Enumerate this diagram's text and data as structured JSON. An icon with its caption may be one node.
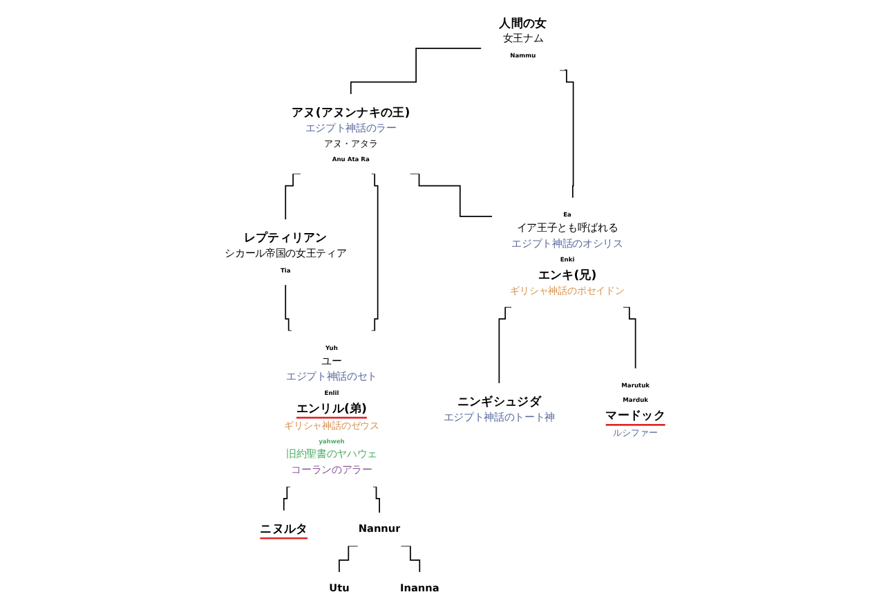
{
  "diagram": {
    "nodes": [
      {
        "text": [
          "人間の女",
          "女王ナム",
          "Nammu"
        ]
      },
      {
        "text": [
          "アヌ(アヌンナキの王)",
          "エジプト神話のラー",
          "アヌ・アタラ",
          "Anu Ata Ra"
        ]
      },
      {
        "text": [
          "レプティリアン",
          "シカール帝国の女王ティア",
          "Tia"
        ]
      },
      {
        "text": [
          "Ea",
          "イア王子とも呼ばれる",
          "エジプト神話のオシリス",
          "Enki",
          "エンキ(兄)",
          "ギリシャ神話のポセイドン"
        ]
      },
      {
        "text": [
          "Yuh",
          "ユー",
          "エジプト神話のセト",
          "Enlil",
          "エンリル(弟)",
          "ギリシャ神話のゼウス",
          "yahweh",
          "旧約聖書のヤハウェ",
          "コーランのアラー"
        ]
      },
      {
        "text": [
          "ニンギシュジダ",
          "エジプト神話のトート神"
        ]
      },
      {
        "text": [
          "Marutuk",
          "Marduk",
          "マードック",
          "ルシファー"
        ]
      },
      {
        "text": [
          "ニヌルタ"
        ]
      },
      {
        "text": [
          "Nannur"
        ]
      },
      {
        "text": [
          "Utu"
        ]
      },
      {
        "text": [
          "Inanna"
        ]
      }
    ],
    "edges": [
      {
        "from": 0,
        "to": 1,
        "arrow": "none"
      },
      {
        "from": 1,
        "to": 2,
        "arrow": "none"
      },
      {
        "from": 0,
        "to": 3,
        "arrow": "none"
      },
      {
        "from": 1,
        "to": 3,
        "arrow": "none"
      },
      {
        "from": 1,
        "to": 4,
        "arrow": "none"
      },
      {
        "from": 2,
        "to": 4,
        "arrow": "none"
      },
      {
        "from": 3,
        "to": 5,
        "arrow": "none"
      },
      {
        "from": 3,
        "to": 6,
        "arrow": "none"
      },
      {
        "from": 4,
        "to": 7,
        "arrow": "none"
      },
      {
        "from": 4,
        "to": 8,
        "arrow": "none"
      },
      {
        "from": 8,
        "to": 9,
        "arrow": "none"
      },
      {
        "from": 8,
        "to": 10,
        "arrow": "none"
      }
    ]
  }
}
